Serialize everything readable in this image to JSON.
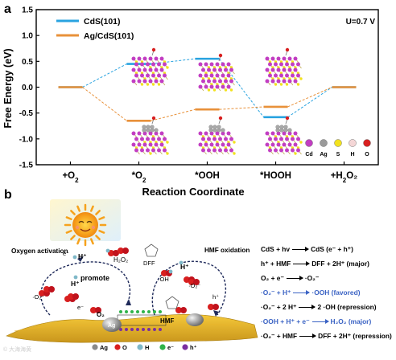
{
  "panel_a": {
    "label": "a",
    "condition": "U=0.7 V",
    "legend": [
      {
        "name": "CdS(101)",
        "color": "#29a3e0"
      },
      {
        "name": "Ag/CdS(101)",
        "color": "#e8913a"
      }
    ],
    "atom_legend": [
      {
        "symbol": "Cd",
        "color": "#c23ec2"
      },
      {
        "symbol": "Ag",
        "color": "#9a9a9a"
      },
      {
        "symbol": "S",
        "color": "#f2e21e"
      },
      {
        "symbol": "H",
        "color": "#f4d6d6"
      },
      {
        "symbol": "O",
        "color": "#d81f1f"
      }
    ]
  },
  "chart_data": {
    "type": "line",
    "title": "",
    "xlabel": "Reaction Coordinate",
    "ylabel": "Free Energy (eV)",
    "ylim": [
      -1.5,
      1.5
    ],
    "yticks": [
      "-1.5",
      "-1.0",
      "-0.5",
      "0.0",
      "0.5",
      "1.0",
      "1.5"
    ],
    "categories": [
      {
        "prefix": "+O",
        "sub": "2",
        "suffix": ""
      },
      {
        "prefix": "*O",
        "sub": "2",
        "suffix": ""
      },
      {
        "prefix": "*OOH",
        "sub": "",
        "suffix": ""
      },
      {
        "prefix": "*HOOH",
        "sub": "",
        "suffix": ""
      },
      {
        "prefix": "+H",
        "sub": "2",
        "suffix": "O₂"
      }
    ],
    "series": [
      {
        "name": "CdS(101)",
        "color": "#29a3e0",
        "values": [
          0.0,
          0.45,
          0.55,
          -0.58,
          0.0
        ]
      },
      {
        "name": "Ag/CdS(101)",
        "color": "#e8913a",
        "values": [
          0.0,
          -0.65,
          -0.43,
          -0.38,
          0.0
        ]
      }
    ]
  },
  "panel_b": {
    "label": "b",
    "oxygen_activation": "Oxygen activation",
    "hmf_oxidation": "HMF oxidation",
    "promote": "promote",
    "species": {
      "h2o2": "H₂O₂",
      "dff": "DFF",
      "oh": "·OH",
      "hplus": "H⁺",
      "eminus": "e⁻",
      "o2minus": "·O₂⁻",
      "o2": "O₂",
      "hmf": "HMF",
      "ag": "Ag",
      "hplus_hole": "h⁺"
    },
    "legend": [
      {
        "symbol": "Ag",
        "color": "#8a8a8a"
      },
      {
        "symbol": "O",
        "color": "#d81f1f"
      },
      {
        "symbol": "H",
        "color": "#7fb8c8"
      },
      {
        "symbol": "e⁻",
        "color": "#2fb34a"
      },
      {
        "symbol": "h⁺",
        "color": "#7a2fa0"
      }
    ],
    "equations": [
      {
        "left": "CdS + hv",
        "right": "CdS (e⁻ + h⁺)",
        "style": "normal"
      },
      {
        "left": "h⁺ + HMF",
        "right": "DFF + 2H⁺ (major)",
        "style": "normal"
      },
      {
        "left": "O₂ + e⁻",
        "right": "·O₂⁻",
        "style": "normal"
      },
      {
        "left": "·O₂⁻ + H⁺",
        "right": "·OOH (favored)",
        "style": "blue"
      },
      {
        "left": "·O₂⁻ + 2 H⁺",
        "right": "2 ·OH (repression)",
        "style": "normal"
      },
      {
        "left": "·OOH + H⁺ + e⁻",
        "right": "H₂O₂ (major)",
        "style": "blue"
      },
      {
        "left": "·O₂⁻ + HMF",
        "right": "DFF + 2H⁺ (repression)",
        "style": "normal"
      }
    ],
    "watermark": "© 大海海黄"
  }
}
